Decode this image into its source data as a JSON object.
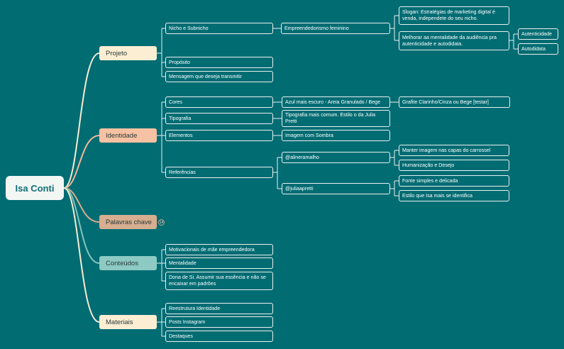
{
  "root": {
    "label": "Isa Conti"
  },
  "topics": {
    "projeto": "Projeto",
    "identidade": "Identidade",
    "palavras_chave": "Palavras chave",
    "palavras_chave_count": "14",
    "conteudos": "Conteúdos",
    "materiais": "Materiais"
  },
  "projeto": {
    "nicho": "Nicho e Subnicho",
    "empreendedorismo": "Empreendedorismo feminino",
    "slogan": "Slogan: Estratégias de marketing digital é venda, independete do seu nicho.",
    "melhorar": "Melhorar aa mentalidade da audiência pra autenticidade e autodidata.",
    "autenticidade": "Autenticidade",
    "autodidata": "Autodidata",
    "proposito": "Propósito",
    "mensagem": "Mensagem que deseja transmitir"
  },
  "identidade": {
    "cores": "Cores",
    "cores_value": "Azul mais escuro - Areia Granulado / Bege",
    "grafite": "Grafite Clarinho/Cinza ou Bege [testar]",
    "tipografia": "Tipografia",
    "tipografia_value": "Tipografia mais comum. Estilo o da Julia Pretti",
    "elementos": "Elementos",
    "elementos_value": "Imagem com Sombra",
    "referencias": "Referências",
    "aline": "@alineramalho",
    "manter": "Manter imagem nas capas do carrossel",
    "humanizacao": "Humanização e Desejo",
    "julia": "@juliaapretti",
    "fonte": "Fonte simples e delicada",
    "estilo": "Estilo que Isa mais se identifica"
  },
  "conteudos": {
    "motivacionais": "Motivacionais de mãe empreendedora",
    "mentalidade": "Mentalidade",
    "dona": "Dona de Si. Assumir sua essência e não se encaixar em padrões"
  },
  "materiais": {
    "reestrutura": "Reestrutura Identidade",
    "posts": "Posts Instagram",
    "destaques": "Destaques"
  }
}
